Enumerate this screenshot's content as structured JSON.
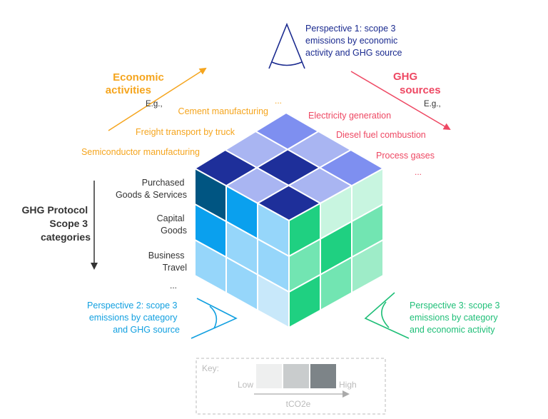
{
  "perspective1": {
    "lines": [
      "Perspective 1: scope 3",
      "emissions by economic",
      "activity and GHG source"
    ],
    "color": "#1a2a8f"
  },
  "perspective2": {
    "lines": [
      "Perspective 2: scope 3",
      "emissions by category",
      "and GHG source"
    ],
    "color": "#12a0e0"
  },
  "perspective3": {
    "lines": [
      "Perspective 3: scope 3",
      "emissions by category",
      "and economic activity"
    ],
    "color": "#1fbf78"
  },
  "economic": {
    "title_lines": [
      "Economic",
      "activities"
    ],
    "eg": "E.g.,",
    "items": [
      "Cement manufacturing",
      "Freight transport by truck",
      "Semiconductor manufacturing"
    ],
    "ellipsis": "...",
    "color": "#f5a51e"
  },
  "ghg": {
    "title_lines": [
      "GHG",
      "sources"
    ],
    "eg": "E.g.,",
    "items": [
      "Electricity generation",
      "Diesel fuel combustion",
      "Process gases"
    ],
    "ellipsis": "...",
    "color": "#ee4863"
  },
  "categories": {
    "title_lines": [
      "GHG Protocol",
      "Scope 3",
      "categories"
    ],
    "items": [
      [
        "Purchased",
        "Goods & Services"
      ],
      [
        "Capital",
        "Goods"
      ],
      [
        "Business",
        "Travel"
      ]
    ],
    "ellipsis": "...",
    "color": "#333333"
  },
  "key": {
    "title": "Key:",
    "low": "Low",
    "high": "High",
    "unit": "tCO2e",
    "swatches": [
      "#eeefef",
      "#c9cccd",
      "#7d8488"
    ]
  },
  "cube": {
    "top": [
      [
        "#1e2f9a",
        "#a9b5f2",
        "#7e8ff0"
      ],
      [
        "#a9b5f2",
        "#1e2f9a",
        "#a9b5f2"
      ],
      [
        "#1e2f9a",
        "#a9b5f2",
        "#7e8ff0"
      ]
    ],
    "left": [
      [
        "#005582",
        "#0aa0ee",
        "#96d6fa"
      ],
      [
        "#0aa0ee",
        "#96d6fa",
        "#96d6fa"
      ],
      [
        "#96d6fa",
        "#96d6fa",
        "#c8e8fa"
      ]
    ],
    "right": [
      [
        "#1fd081",
        "#c8f5e0",
        "#c8f5e0"
      ],
      [
        "#72e5b2",
        "#1fd081",
        "#72e5b2"
      ],
      [
        "#1fd081",
        "#72e5b2",
        "#9eecc8"
      ]
    ]
  }
}
